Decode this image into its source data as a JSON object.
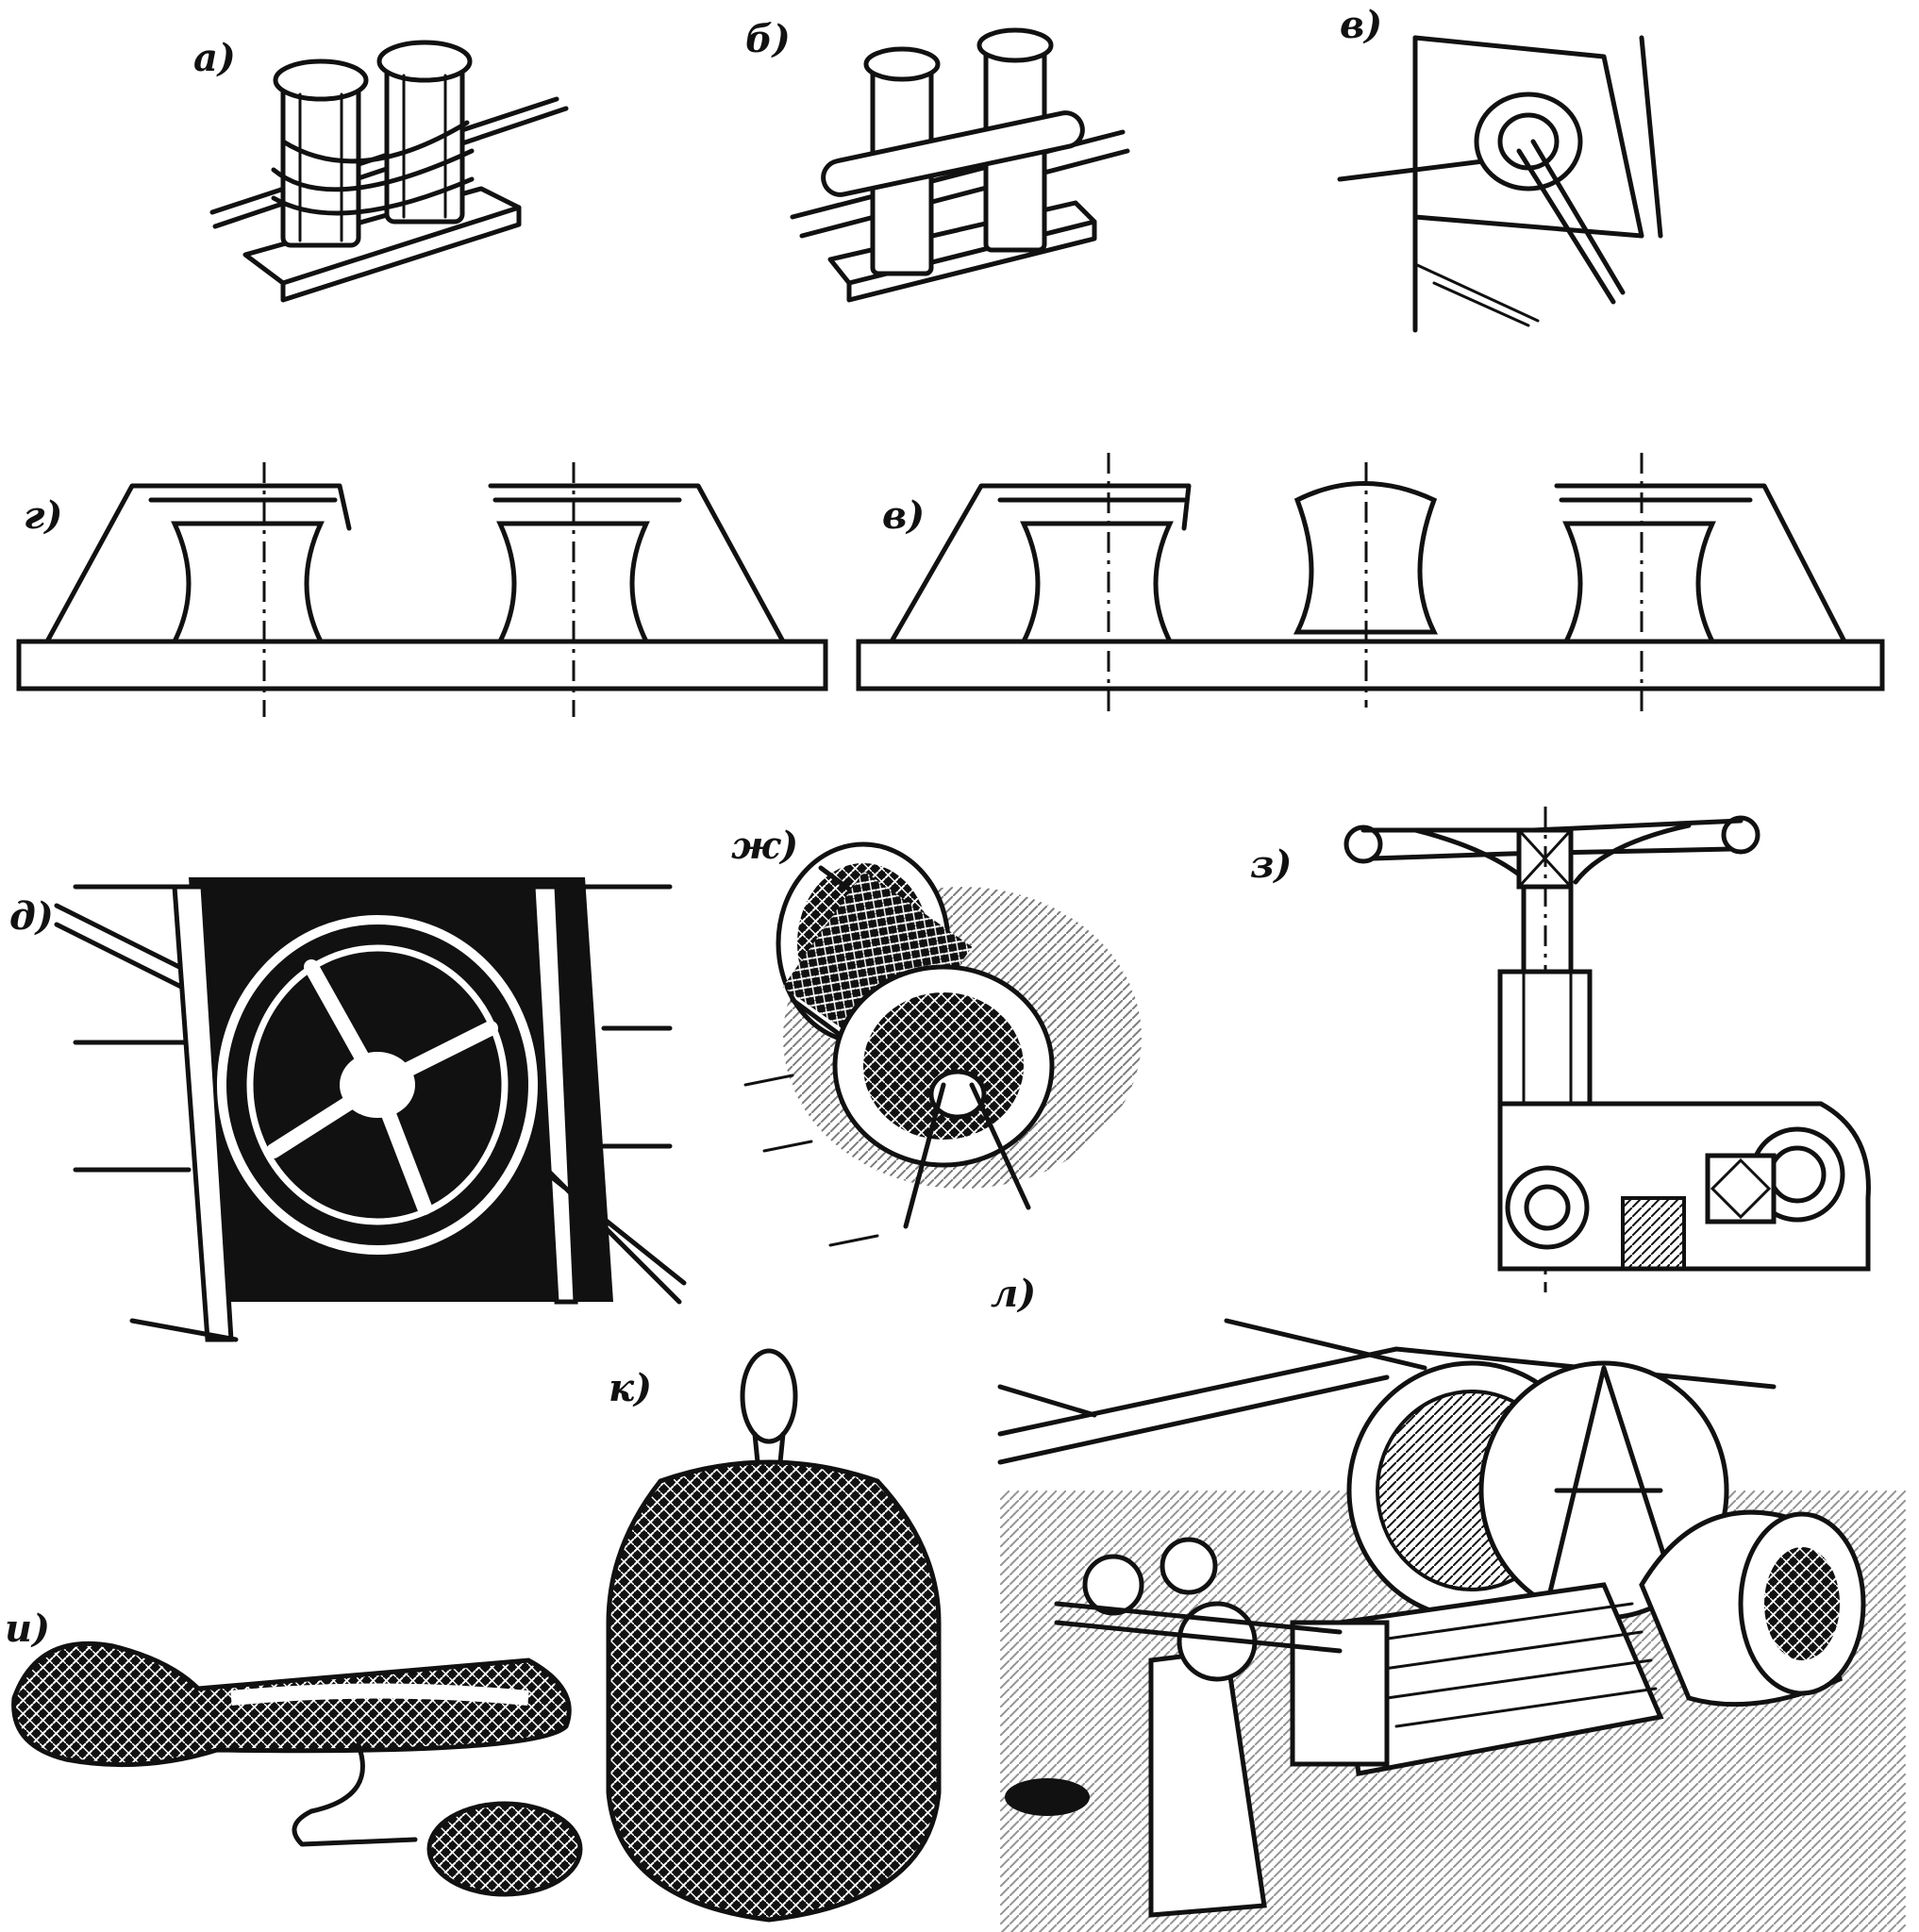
{
  "panels": [
    {
      "key": "a",
      "label": "а)"
    },
    {
      "key": "b",
      "label": "б)"
    },
    {
      "key": "v",
      "label": "в)"
    },
    {
      "key": "g",
      "label": "г)"
    },
    {
      "key": "v2",
      "label": "в)"
    },
    {
      "key": "d",
      "label": "д)"
    },
    {
      "key": "zh",
      "label": "ж)"
    },
    {
      "key": "z",
      "label": "з)"
    },
    {
      "key": "l",
      "label": "л)"
    },
    {
      "key": "k",
      "label": "к)"
    },
    {
      "key": "i",
      "label": "и)"
    }
  ],
  "colors": {
    "ink": "#111111",
    "paper": "#ffffff"
  }
}
